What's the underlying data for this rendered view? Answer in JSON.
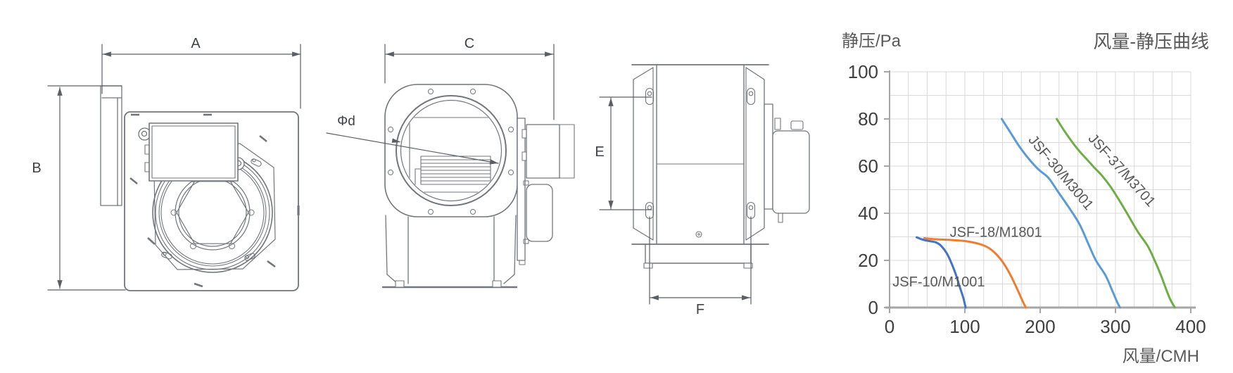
{
  "page": {
    "background": "#ffffff"
  },
  "drawings": {
    "front_view": {
      "width_label": "A",
      "height_label": "B"
    },
    "side_view": {
      "depth_label": "C",
      "inlet_diameter_label": "Φd"
    },
    "top_view": {
      "mount_pitch_label": "E",
      "outlet_width_label": "F"
    }
  },
  "chart_data": {
    "type": "line",
    "title": "风量-静压曲线",
    "ylabel": "静压/Pa",
    "xlabel": "风量/CMH",
    "xlim": [
      0,
      400
    ],
    "ylim": [
      0,
      100
    ],
    "x_ticks": [
      0,
      100,
      200,
      300,
      400
    ],
    "y_ticks": [
      0,
      20,
      40,
      60,
      80,
      100
    ],
    "minor_grid_x_step": 25,
    "minor_grid_y_step": 10,
    "grid": true,
    "legend_position": "inline-labels",
    "colors": {
      "grid": "#d9d9d9",
      "axis": "#a6a6a6",
      "tick_text": "#404040",
      "label_text": "#595959"
    },
    "series": [
      {
        "name": "JSF-10/M1001",
        "color": "#4472c4",
        "points": [
          [
            36,
            29.8
          ],
          [
            44,
            28.8
          ],
          [
            53,
            28.2
          ],
          [
            62,
            27.6
          ],
          [
            69,
            26
          ],
          [
            76,
            23
          ],
          [
            82,
            19
          ],
          [
            88,
            14
          ],
          [
            93,
            9
          ],
          [
            98,
            4
          ],
          [
            101,
            0
          ]
        ],
        "label": {
          "x": 4,
          "y": 9,
          "rotate": 0,
          "anchor": "start"
        }
      },
      {
        "name": "JSF-18/M1801",
        "color": "#ed7d31",
        "points": [
          [
            46,
            29.4
          ],
          [
            60,
            29
          ],
          [
            80,
            28.7
          ],
          [
            100,
            28.2
          ],
          [
            119,
            27
          ],
          [
            131,
            25.4
          ],
          [
            142,
            22.5
          ],
          [
            152,
            18.5
          ],
          [
            161,
            13.5
          ],
          [
            170,
            7.5
          ],
          [
            177,
            2.5
          ],
          [
            181,
            0
          ]
        ],
        "label": {
          "x": 80,
          "y": 30,
          "rotate": 0,
          "anchor": "start"
        }
      },
      {
        "name": "JSF-30/M3001",
        "color": "#5b9bd5",
        "points": [
          [
            149,
            80
          ],
          [
            160,
            74.5
          ],
          [
            172,
            68.5
          ],
          [
            185,
            63
          ],
          [
            198,
            58.5
          ],
          [
            211,
            55
          ],
          [
            224,
            49
          ],
          [
            238,
            42.5
          ],
          [
            252,
            35.5
          ],
          [
            264,
            27
          ],
          [
            274,
            20
          ],
          [
            287,
            13.5
          ],
          [
            296,
            7
          ],
          [
            302,
            2.5
          ],
          [
            306,
            0
          ]
        ],
        "label": {
          "x": 223,
          "y": 56,
          "rotate": 50,
          "anchor": "middle"
        }
      },
      {
        "name": "JSF-37/M3701",
        "color": "#70ad47",
        "points": [
          [
            222,
            80
          ],
          [
            232,
            75
          ],
          [
            243,
            70
          ],
          [
            253,
            66
          ],
          [
            263,
            62.5
          ],
          [
            273,
            59
          ],
          [
            282,
            56
          ],
          [
            294,
            51
          ],
          [
            306,
            45
          ],
          [
            318,
            38.5
          ],
          [
            330,
            32
          ],
          [
            343,
            26
          ],
          [
            352,
            20
          ],
          [
            360,
            14
          ],
          [
            367,
            8
          ],
          [
            372,
            4
          ],
          [
            377,
            1
          ],
          [
            379,
            0
          ]
        ],
        "label": {
          "x": 304,
          "y": 57,
          "rotate": 48,
          "anchor": "middle"
        }
      }
    ]
  }
}
